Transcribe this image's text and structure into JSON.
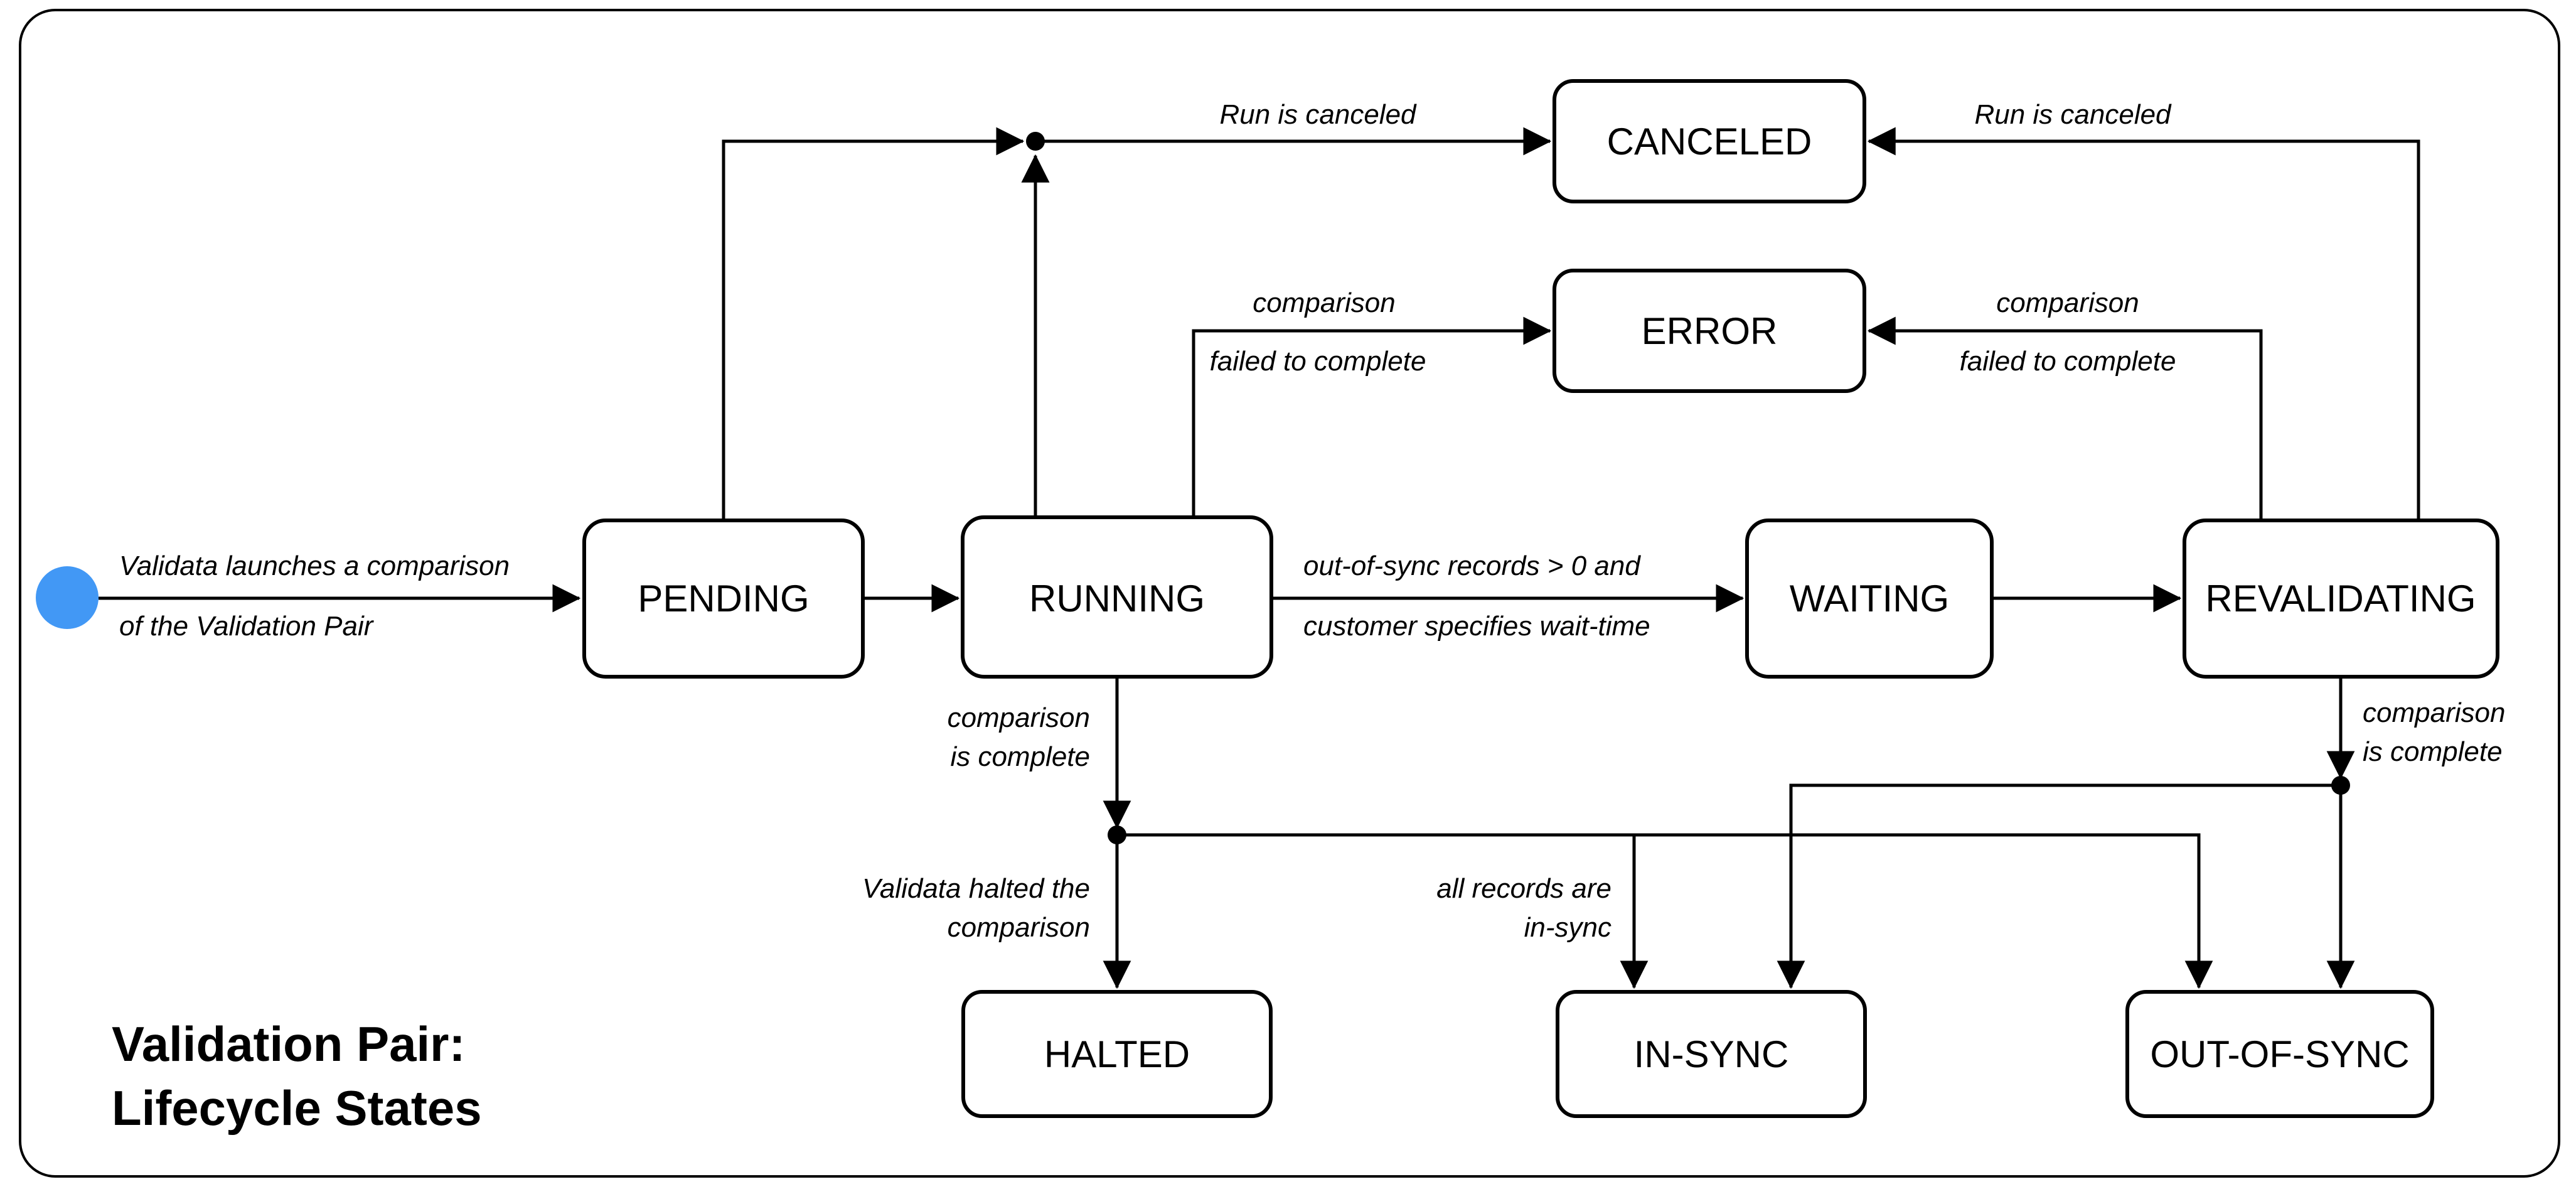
{
  "diagram": {
    "title": {
      "line1": "Validation Pair:",
      "line2": "Lifecycle States"
    },
    "start_color": "#4298F5",
    "states": {
      "pending": "PENDING",
      "running": "RUNNING",
      "waiting": "WAITING",
      "revalidating": "REVALIDATING",
      "canceled": "CANCELED",
      "error": "ERROR",
      "halted": "HALTED",
      "in_sync": "IN-SYNC",
      "out_of_sync": "OUT-OF-SYNC"
    },
    "labels": {
      "launch_line1": "Validata launches a comparison",
      "launch_line2": "of the Validation Pair",
      "run_canceled": "Run is canceled",
      "comparison": "comparison",
      "failed_to_complete": "failed to complete",
      "out_of_sync_records": "out-of-sync records > 0 and",
      "customer_wait": "customer specifies wait-time",
      "is_complete": "is complete",
      "halted_line1": "Validata halted the",
      "halted_line2": "comparison",
      "all_records_line1": "all records are",
      "all_records_line2": "in-sync"
    }
  }
}
